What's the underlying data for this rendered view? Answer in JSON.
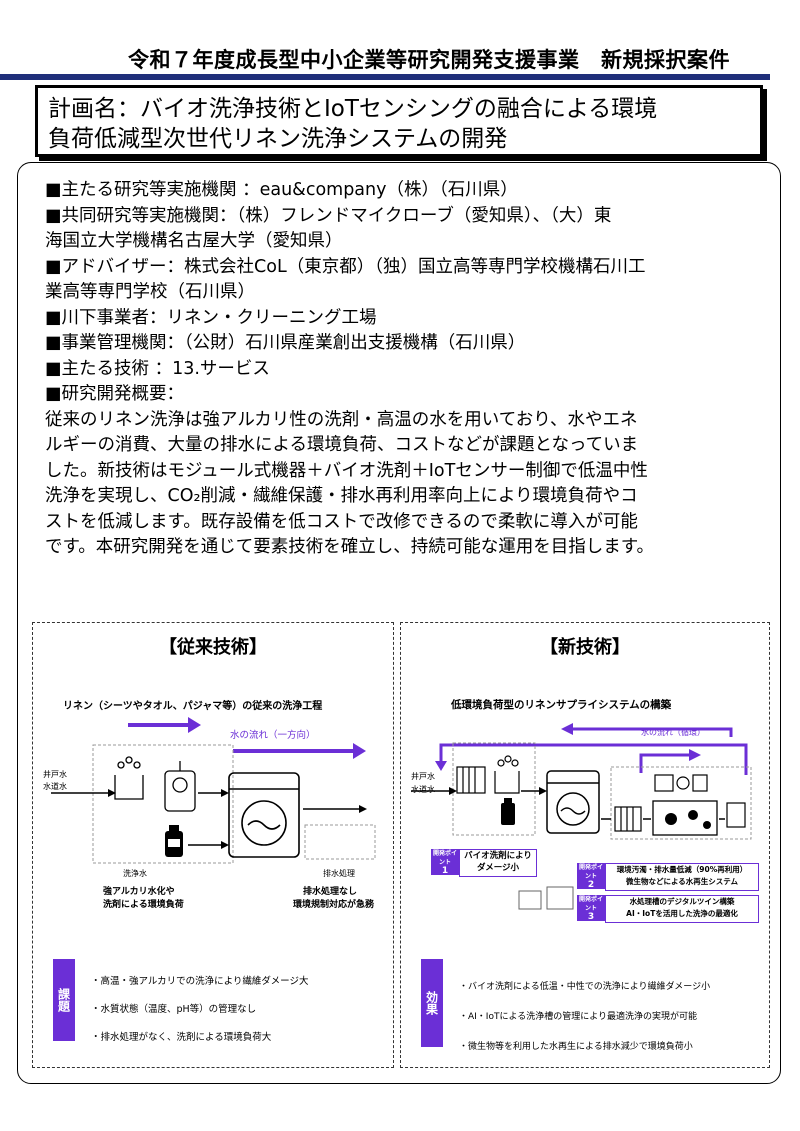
{
  "header": {
    "title": "令和７年度成長型中小企業等研究開発支援事業　新規採択案件"
  },
  "plan": {
    "line1": "計画名：バイオ洗浄技術とIoTセンシングの融合による環境",
    "line2": "負荷低減型次世代リネン洗浄システムの開発"
  },
  "info": {
    "lines": [
      "■主たる研究等実施機関 ：eau&company（株）（石川県）",
      "■共同研究等実施機関：（株）フレンドマイクローブ（愛知県）、（大）東",
      "海国立大学機構名古屋大学（愛知県）",
      "■アドバイザー：株式会社CoL（東京都）（独）国立高等専門学校機構石川工",
      "業高等専門学校（石川県）",
      "■川下事業者：リネン・クリーニング工場",
      "■事業管理機関：（公財）石川県産業創出支援機構（石川県）",
      "■主たる技術 ：13.サービス",
      "■研究開発概要：",
      "従来のリネン洗浄は強アルカリ性の洗剤・高温の水を用いており、水やエネ",
      "ルギーの消費、大量の排水による環境負荷、コストなどが課題となっていま",
      "した。新技術はモジュール式機器＋バイオ洗剤＋IoTセンサー制御で低温中性",
      "洗浄を実現し、CO₂削減・繊維保護・排水再利用率向上により環境負荷やコ",
      "ストを低減します。既存設備を低コストで改修できるので柔軟に導入が可能",
      "です。本研究開発を通じて要素技術を確立し、持続可能な運用を目指します。"
    ]
  },
  "left_panel": {
    "title": "【従来技術】",
    "diagram_title": "リネン（シーツやタオル、パジャマ等）の従来の洗浄工程",
    "flow_label": "水の流れ（一方向）",
    "well_water": "井戸水",
    "tap_water": "水道水",
    "wash_water": "洗浄水",
    "caption_left_1": "強アルカリ水化や",
    "caption_left_2": "洗剤による環境負荷",
    "drain_label": "排水処理",
    "caption_right_1": "排水処理なし",
    "caption_right_2": "環境規制対応が急務",
    "issue_tag": "課題",
    "issues": [
      "・高温・強アルカリでの洗浄により繊維ダメージ大",
      "・水質状態（温度、pH等）の管理なし",
      "・排水処理がなく、洗剤による環境負荷大"
    ]
  },
  "right_panel": {
    "title": "【新技術】",
    "diagram_title": "低環境負荷型のリネンサプライシステムの構築",
    "flow_label": "水の流れ（循環）",
    "well_water": "井戸水",
    "tap_water": "水道水",
    "point_label": "開発ポイント",
    "point1_num": "1",
    "point1_text_1": "バイオ洗剤により",
    "point1_text_2": "ダメージ小",
    "point2_num": "2",
    "point2_text_1": "環境汚濁・排水量低減（90%再利用）",
    "point2_text_2": "微生物などによる水再生システム",
    "point3_num": "3",
    "point3_text_1": "水処理槽のデジタルツイン構築",
    "point3_text_2": "AI・IoTを活用した洗浄の最適化",
    "effect_tag": "効果",
    "effects": [
      "・バイオ洗剤による低温・中性での洗浄により繊維ダメージ小",
      "・AI・IoTによる洗浄槽の管理により最適洗浄の実現が可能",
      "・微生物等を利用した水再生による排水減少で環境負荷小"
    ]
  },
  "colors": {
    "accent": "#6b2fd6",
    "header_rule": "#1f2f7a"
  }
}
